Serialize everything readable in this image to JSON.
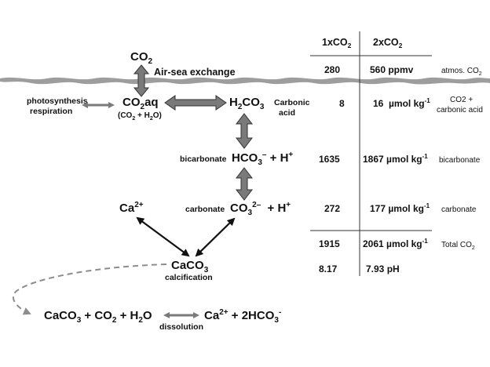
{
  "diagram": {
    "co2_gas": {
      "main": "CO",
      "sub": "2"
    },
    "air_sea_exchange": "Air-sea exchange",
    "photosynthesis": "photosynthesis",
    "respiration": "respiration",
    "co2aq": {
      "p1": "CO",
      "sub": "2",
      "p2": "aq"
    },
    "co2aq_note": {
      "p1": "(CO",
      "sub1": "2",
      "p2": " + H",
      "sub2": "2",
      "p3": "O)"
    },
    "h2co3": {
      "p1": "H",
      "sub1": "2",
      "p2": "CO",
      "sub2": "3"
    },
    "carbonic_acid": {
      "line1": "Carbonic",
      "line2": "acid"
    },
    "bicarbonate_label": "bicarbonate",
    "hco3": {
      "p1": "HCO",
      "sub": "3",
      "sup": "–",
      "p2": " + H",
      "sup2": "+"
    },
    "carbonate_label": "carbonate",
    "co3": {
      "p1": "CO",
      "sub": "3",
      "sup": "2–",
      "p2": "  + H",
      "sup2": "+"
    },
    "ca": {
      "p1": "Ca",
      "sup": "2+"
    },
    "caco3": {
      "p1": "CaCO",
      "sub": "3"
    },
    "calcification": "calcification",
    "dissolution_eq_left": {
      "p1": "CaCO",
      "sub1": "3",
      "p2": " + CO",
      "sub2": "2",
      "p3": " + H",
      "sub3": "2",
      "p4": "O"
    },
    "dissolution_label": "dissolution",
    "dissolution_eq_right": {
      "p1": "Ca",
      "sup1": "2+",
      "p2": " + 2HCO",
      "sub": "3",
      "sup2": "-"
    }
  },
  "table": {
    "col1_header": {
      "p1": "1xCO",
      "sub": "2"
    },
    "col2_header": {
      "p1": "2xCO",
      "sub": "2"
    },
    "rows": [
      {
        "v1": "280",
        "v2": "560 ppmv",
        "v2_sup": "",
        "label": "atmos. CO",
        "label_sub": "2",
        "label2": ""
      },
      {
        "v1": "8",
        "v2": "16  µmol kg",
        "v2_sup": "-1",
        "label": "CO2 +",
        "label_sub": "",
        "label2": "carbonic acid"
      },
      {
        "v1": "1635",
        "v2": "1867 µmol kg",
        "v2_sup": "-1",
        "label": "bicarbonate",
        "label_sub": "",
        "label2": ""
      },
      {
        "v1": "272",
        "v2": "177 µmol kg",
        "v2_sup": "-1",
        "label": "carbonate",
        "label_sub": "",
        "label2": ""
      },
      {
        "v1": "1915",
        "v2": "2061 µmol kg",
        "v2_sup": "-1",
        "label": "Total CO",
        "label_sub": "2",
        "label2": ""
      },
      {
        "v1": "8.17",
        "v2": "7.93 pH",
        "v2_sup": "",
        "label": "",
        "label_sub": "",
        "label2": ""
      }
    ]
  },
  "colors": {
    "arrow_fill": "#7a7a7a",
    "arrow_stroke": "#333333",
    "wave": "#8c8c8c",
    "dash": "#8c8c8c"
  }
}
